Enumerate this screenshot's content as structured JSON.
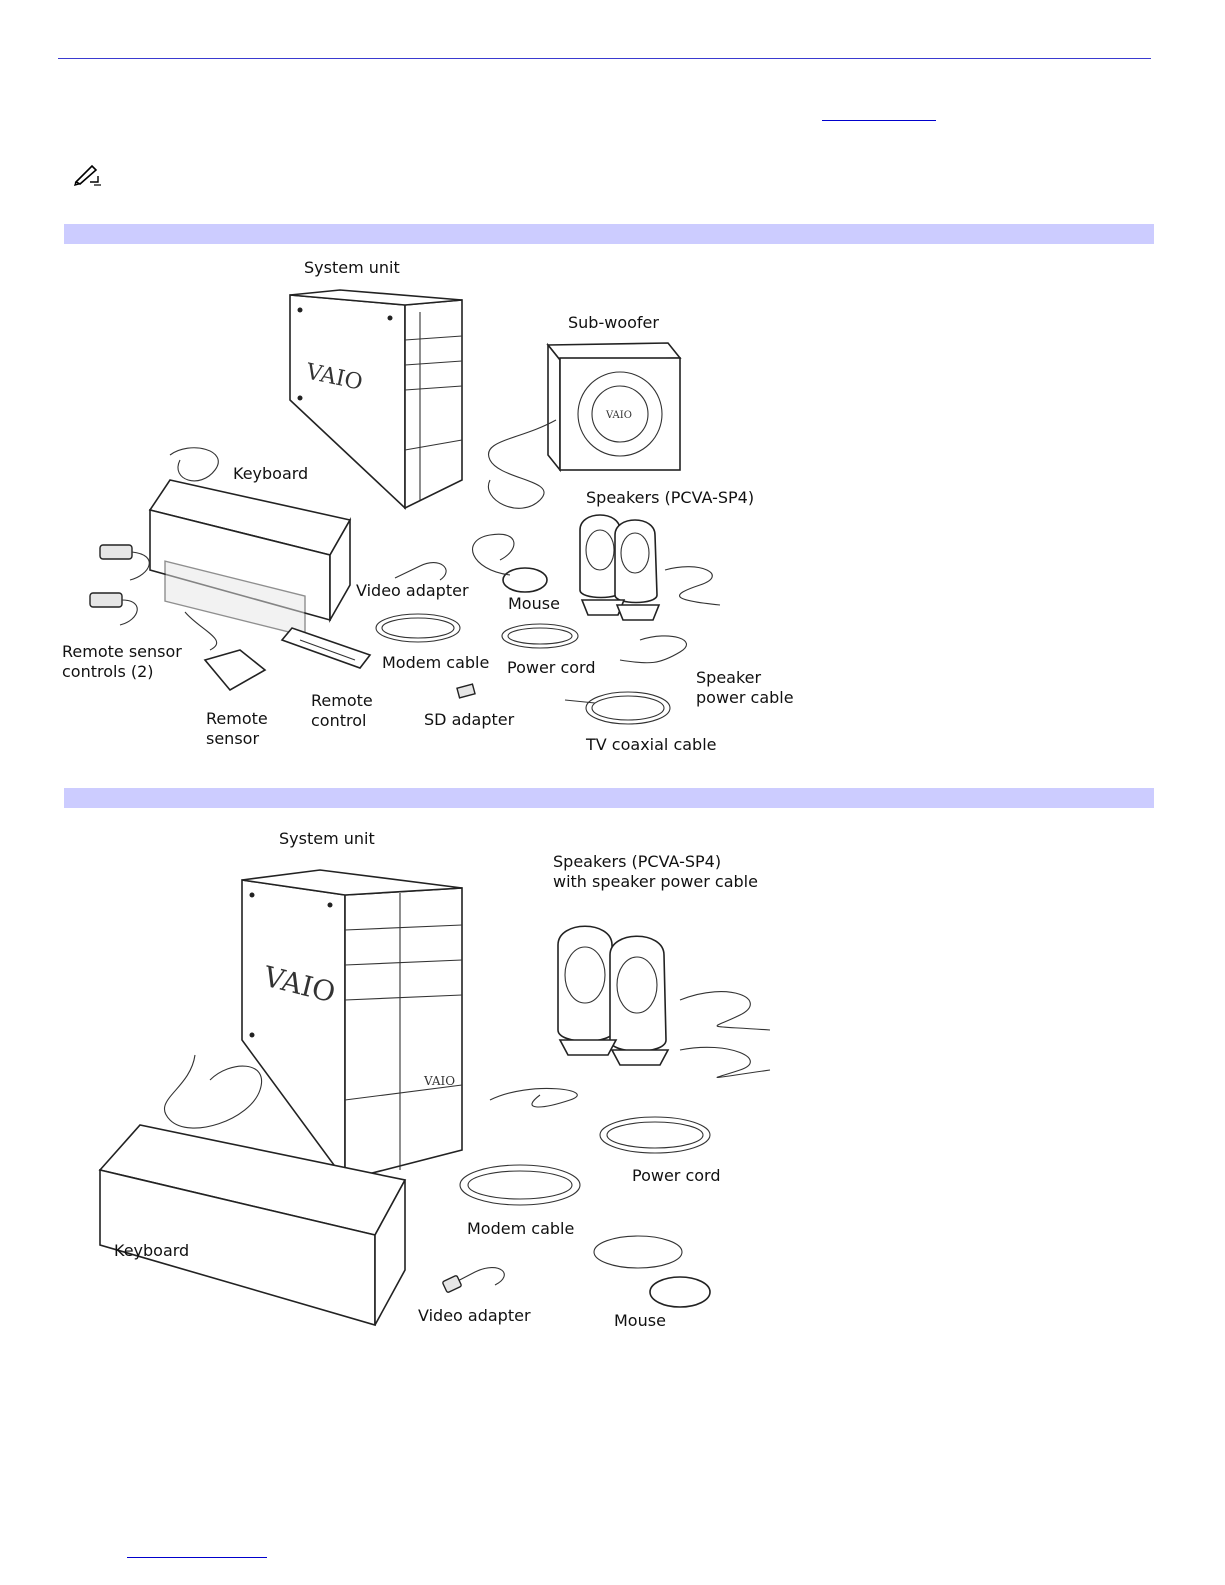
{
  "figure1": {
    "labels": {
      "system_unit": "System unit",
      "sub_woofer": "Sub-woofer",
      "keyboard": "Keyboard",
      "speakers": "Speakers (PCVA-SP4)",
      "video_adapter": "Video adapter",
      "mouse": "Mouse",
      "remote_sensor_controls": "Remote sensor\ncontrols (2)",
      "modem_cable": "Modem cable",
      "power_cord": "Power cord",
      "speaker_power_cable": "Speaker\npower cable",
      "remote_sensor": "Remote\nsensor",
      "remote_control": "Remote\ncontrol",
      "sd_adapter": "SD adapter",
      "tv_coaxial_cable": "TV coaxial cable"
    },
    "brand_mark": "VAIO"
  },
  "figure2": {
    "labels": {
      "system_unit": "System unit",
      "speakers": "Speakers (PCVA-SP4)\nwith speaker power cable",
      "power_cord": "Power cord",
      "modem_cable": "Modem cable",
      "keyboard": "Keyboard",
      "video_adapter": "Video adapter",
      "mouse": "Mouse"
    },
    "brand_mark": "VAIO"
  },
  "colors": {
    "band": "#ccccff",
    "rule": "#3a3ad0",
    "link": "#0000cc"
  },
  "icons": {
    "note": "note-pencil-icon"
  }
}
